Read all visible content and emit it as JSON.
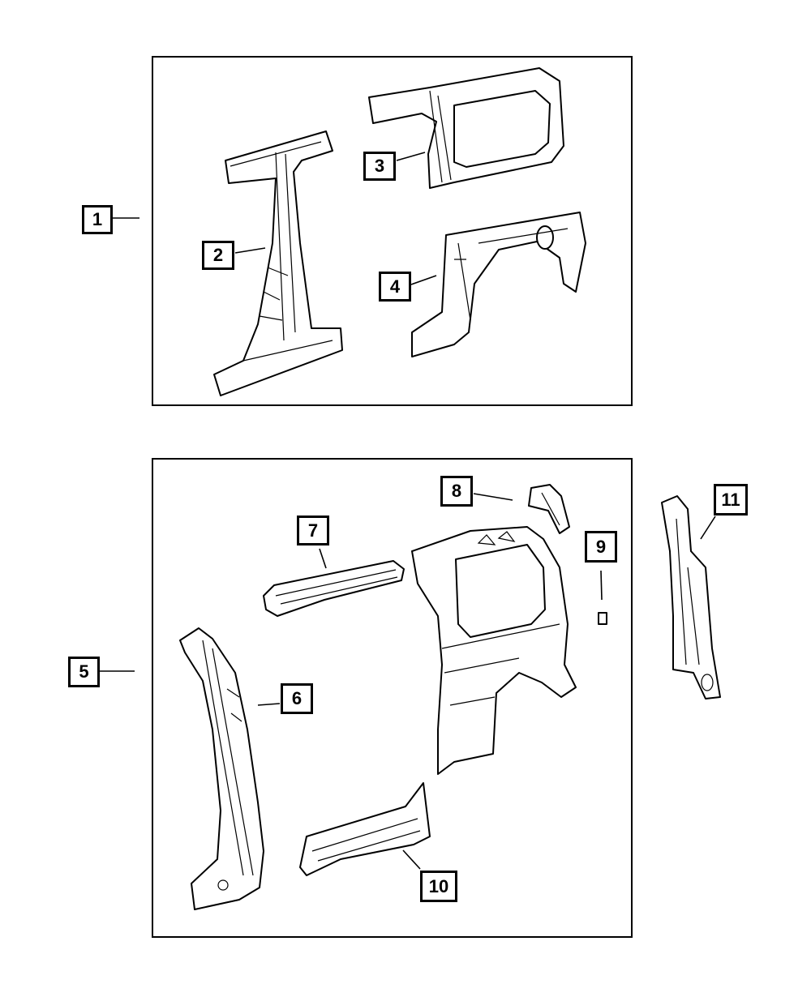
{
  "diagram": {
    "callouts": [
      {
        "id": "c1",
        "label": "1"
      },
      {
        "id": "c2",
        "label": "2"
      },
      {
        "id": "c3",
        "label": "3"
      },
      {
        "id": "c4",
        "label": "4"
      },
      {
        "id": "c5",
        "label": "5"
      },
      {
        "id": "c6",
        "label": "6"
      },
      {
        "id": "c7",
        "label": "7"
      },
      {
        "id": "c8",
        "label": "8"
      },
      {
        "id": "c9",
        "label": "9"
      },
      {
        "id": "c10",
        "label": "10"
      },
      {
        "id": "c11",
        "label": "11"
      }
    ],
    "colors": {
      "line": "#000000",
      "background": "#ffffff"
    }
  }
}
